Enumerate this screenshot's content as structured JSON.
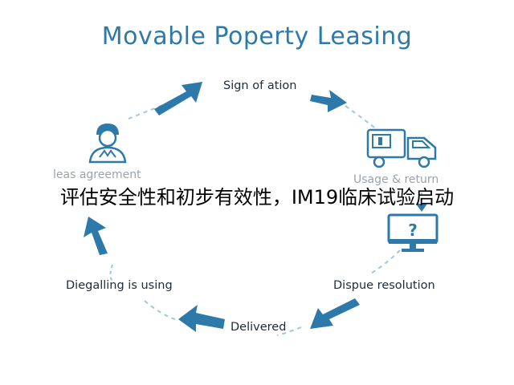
{
  "title": "Movable Poperty Leasing",
  "overlay": "评估安全性和初步有效性，IM19临床试验启动",
  "steps": [
    {
      "id": "sign",
      "label": "Sign of ation"
    },
    {
      "id": "usage",
      "label": "Usage & return"
    },
    {
      "id": "dispute",
      "label": "Dispue resolution"
    },
    {
      "id": "delivered",
      "label": "Delivered"
    },
    {
      "id": "diegalling",
      "label": "Diegalling is using"
    },
    {
      "id": "lease",
      "label": "leas agreement"
    }
  ],
  "colors": {
    "accent": "#2c79aa",
    "dash": "#9ec6de"
  },
  "icons": [
    "person-icon",
    "truck-icon",
    "monitor-question-icon"
  ],
  "monitor_text": "?"
}
